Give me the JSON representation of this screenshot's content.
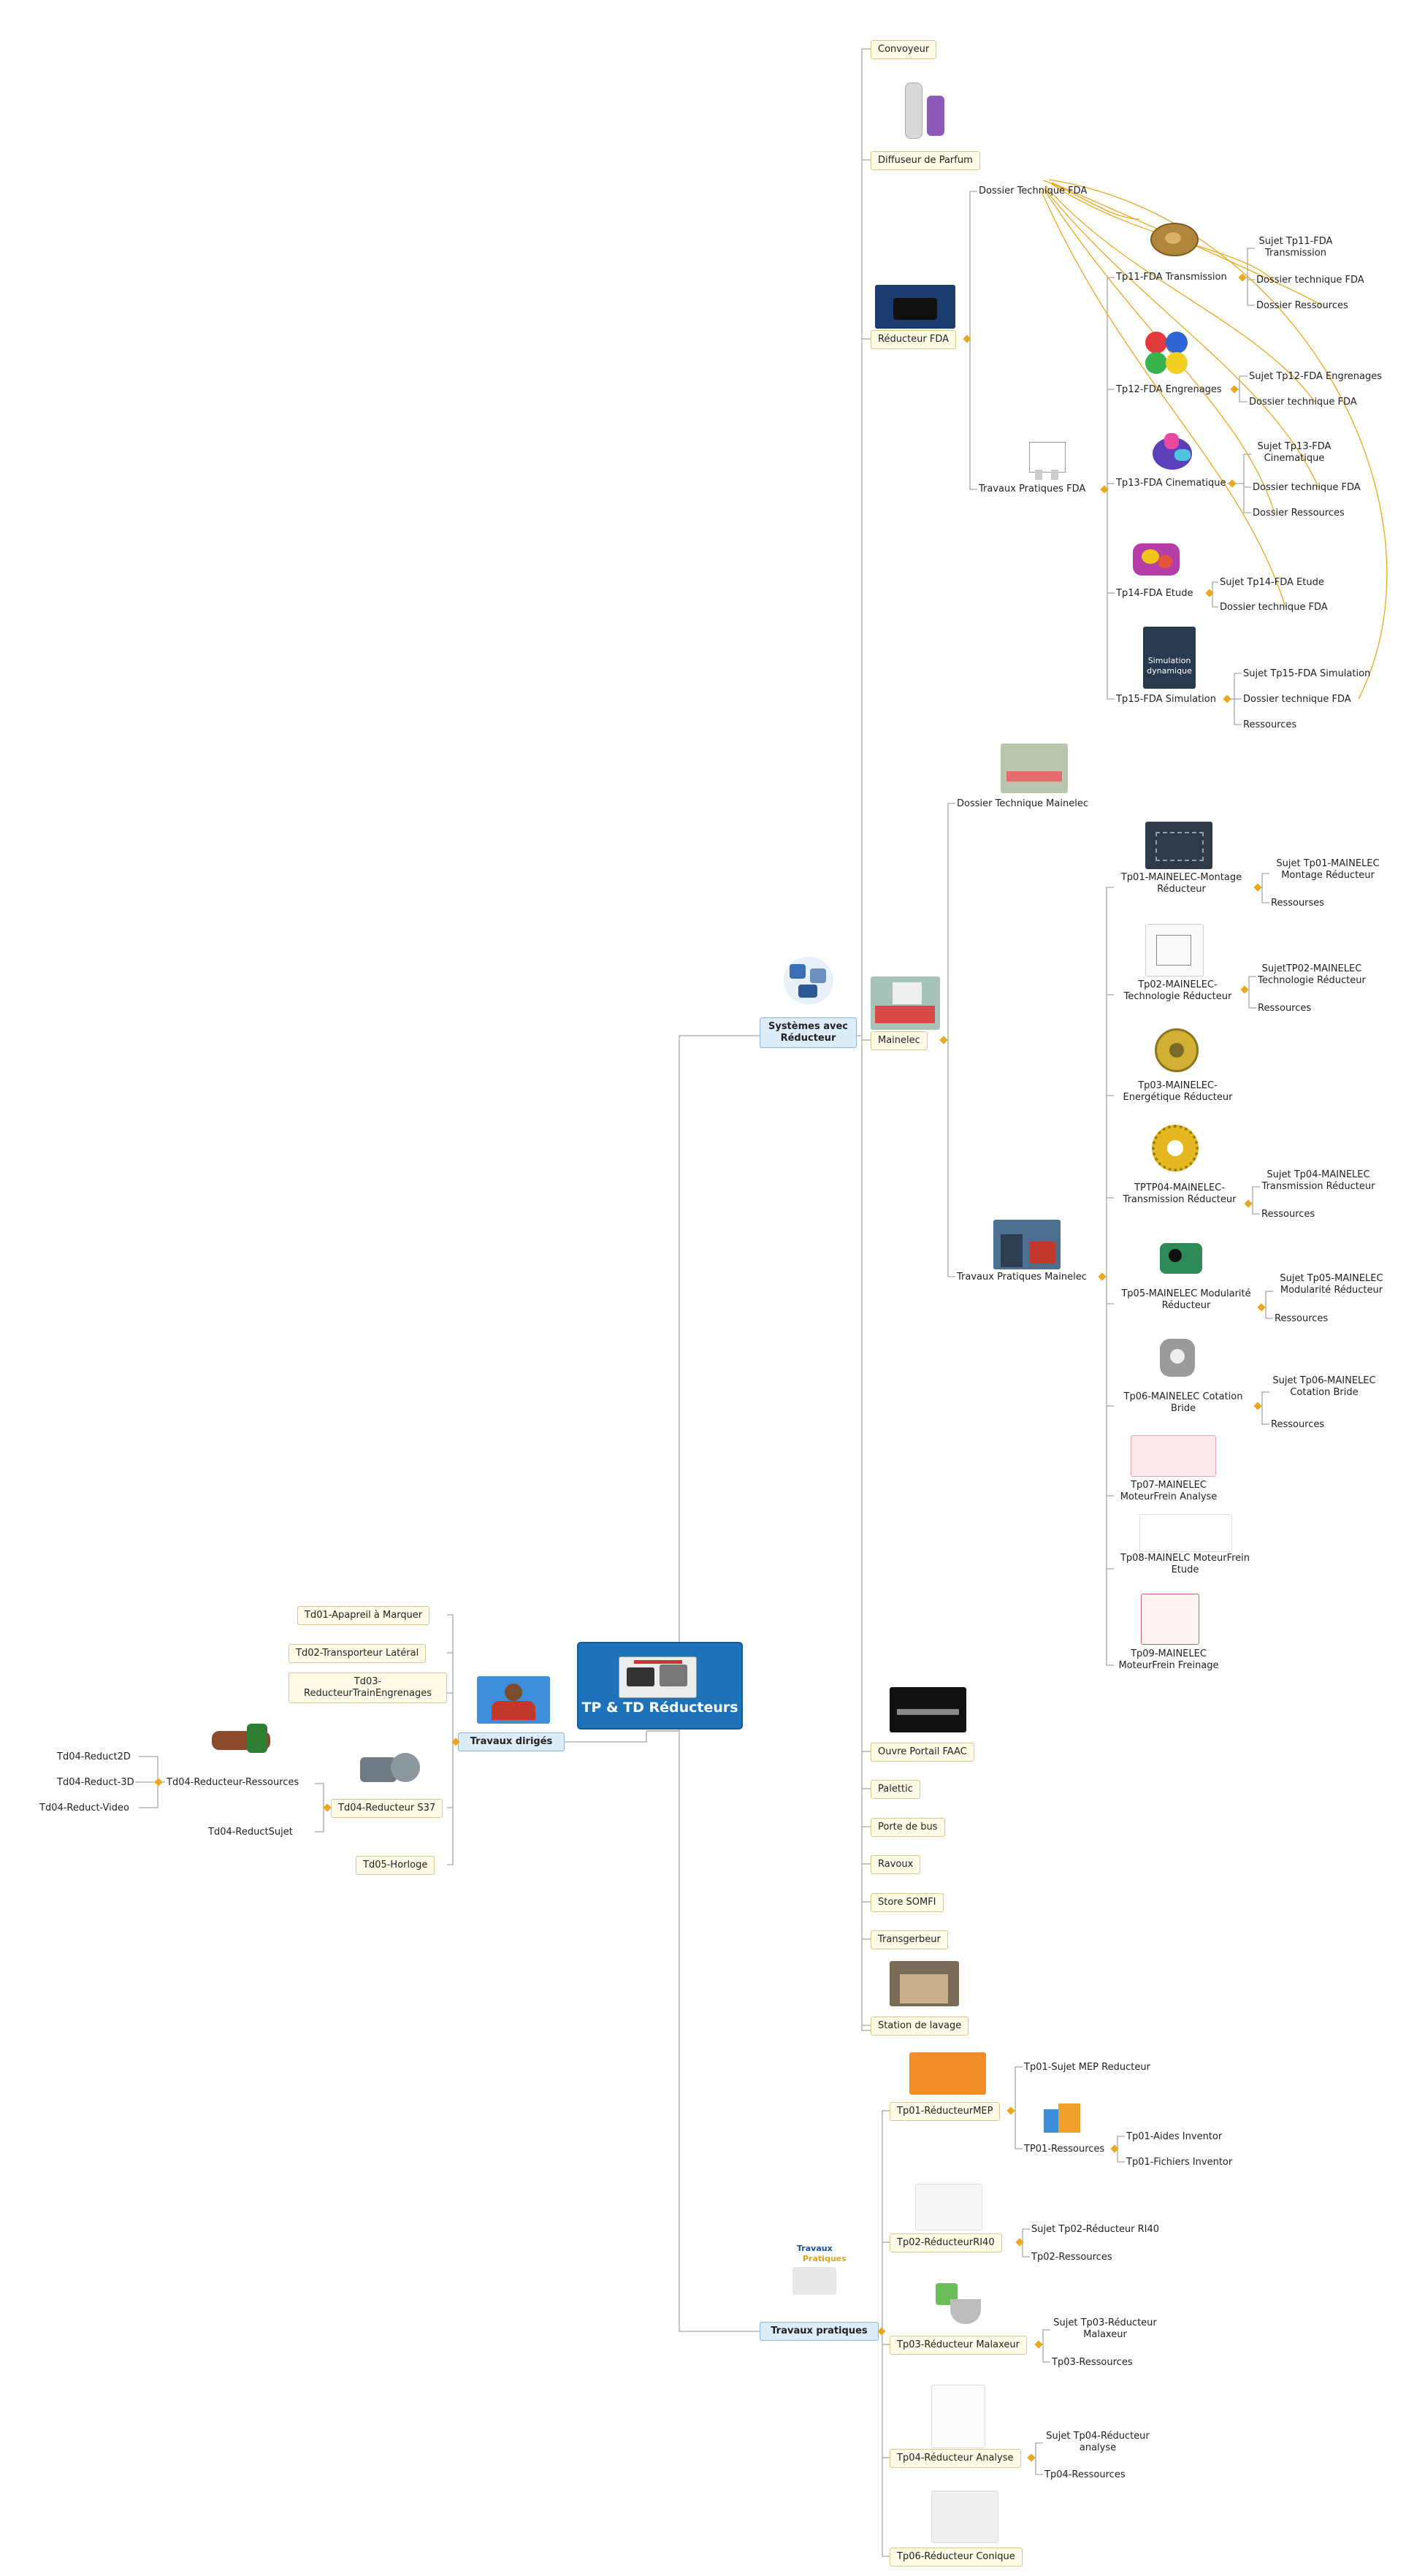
{
  "root": {
    "label": "TP & TD Réducteurs"
  },
  "systemes": {
    "label": "Systèmes avec Réducteur",
    "convoyeur": "Convoyeur",
    "diffuseur": "Diffuseur de Parfum",
    "reducteur_fda": {
      "label": "Réducteur FDA",
      "dossier_technique": "Dossier Technique FDA",
      "travaux_pratiques": "Travaux Pratiques FDA",
      "tp11": {
        "label": "Tp11-FDA Transmission",
        "items": [
          "Sujet Tp11-FDA Transmission",
          "Dossier technique FDA",
          "Dossier Ressources"
        ]
      },
      "tp12": {
        "label": "Tp12-FDA Engrenages",
        "items": [
          "Sujet Tp12-FDA Engrenages",
          "Dossier technique FDA"
        ]
      },
      "tp13": {
        "label": "Tp13-FDA Cinematique",
        "items": [
          "Sujet Tp13-FDA Cinematique",
          "Dossier technique FDA",
          "Dossier Ressources"
        ]
      },
      "tp14": {
        "label": "Tp14-FDA Etude",
        "items": [
          "Sujet Tp14-FDA Etude",
          "Dossier technique FDA"
        ]
      },
      "tp15": {
        "label": "Tp15-FDA Simulation",
        "items": [
          "Sujet Tp15-FDA Simulation",
          "Dossier technique FDA",
          "Ressources"
        ],
        "image_text": "Simulation dynamique"
      }
    },
    "mainelec": {
      "label": "Mainelec",
      "dossier_technique": "Dossier Technique Mainelec",
      "travaux_pratiques": "Travaux Pratiques Mainelec",
      "tp01": {
        "label": "Tp01-MAINELEC-Montage Réducteur",
        "items": [
          "Sujet Tp01-MAINELEC Montage Réducteur",
          "Ressourses"
        ]
      },
      "tp02": {
        "label": "Tp02-MAINELEC-Technologie Réducteur",
        "items": [
          "SujetTP02-MAINELEC Technologie Réducteur",
          "Ressources"
        ]
      },
      "tp03": {
        "label": "Tp03-MAINELEC-Energétique Réducteur"
      },
      "tp04": {
        "label": "TPTP04-MAINELEC-Transmission Réducteur",
        "items": [
          "Sujet Tp04-MAINELEC Transmission Réducteur",
          "Ressources"
        ]
      },
      "tp05": {
        "label": "Tp05-MAINELEC Modularité Réducteur",
        "items": [
          "Sujet Tp05-MAINELEC Modularité Réducteur",
          "Ressources"
        ]
      },
      "tp06": {
        "label": "Tp06-MAINELEC Cotation Bride",
        "items": [
          "Sujet Tp06-MAINELEC Cotation Bride",
          "Ressources"
        ]
      },
      "tp07": {
        "label": "Tp07-MAINELEC MoteurFrein Analyse"
      },
      "tp08": {
        "label": "Tp08-MAINELC MoteurFrein Etude"
      },
      "tp09": {
        "label": "Tp09-MAINELEC MoteurFrein Freinage"
      }
    },
    "others": [
      "Ouvre Portail FAAC",
      "Palettic",
      "Porte de bus",
      "Ravoux",
      "Store SOMFI",
      "Transgerbeur",
      "Station de lavage"
    ]
  },
  "travaux_diriges": {
    "label": "Travaux dirigés",
    "items": [
      "Td01-Apapreil à Marquer",
      "Td02-Transporteur Latéral",
      "Td03-ReducteurTrainEngrenages",
      "Td04-Reducteur S37",
      "Td05-Horloge"
    ],
    "td04_ressources": "Td04-Reducteur-Ressources",
    "td04_ressources_items": [
      "Td04-Reduct2D",
      "Td04-Reduct-3D",
      "Td04-Reduct-Video"
    ],
    "td04_sujet": "Td04-ReductSujet"
  },
  "travaux_pratiques": {
    "label": "Travaux pratiques",
    "image_text": [
      "Travaux",
      "Pratiques"
    ],
    "tp01": {
      "label": "Tp01-RéducteurMEP",
      "sujet": "Tp01-Sujet MEP Reducteur",
      "ressources": "TP01-Ressources",
      "ressources_items": [
        "Tp01-Aides Inventor",
        "Tp01-Fichiers Inventor"
      ]
    },
    "tp02": {
      "label": "Tp02-RéducteurRI40",
      "items": [
        "Sujet Tp02-Réducteur RI40",
        "Tp02-Ressources"
      ]
    },
    "tp03": {
      "label": "Tp03-Réducteur Malaxeur",
      "items": [
        "Sujet Tp03-Réducteur Malaxeur",
        "Tp03-Ressources"
      ]
    },
    "tp04": {
      "label": "Tp04-Réducteur Analyse",
      "items": [
        "Sujet Tp04-Réducteur analyse",
        "Tp04-Ressources"
      ]
    },
    "tp06": {
      "label": "Tp06-Réducteur Conique"
    }
  },
  "colors": {
    "link": "#a6a6a6",
    "relation": "#e9a820",
    "root": "#1e73b8",
    "topic_fill": "#fffbe6",
    "main_topic_fill": "#dcecf8"
  }
}
